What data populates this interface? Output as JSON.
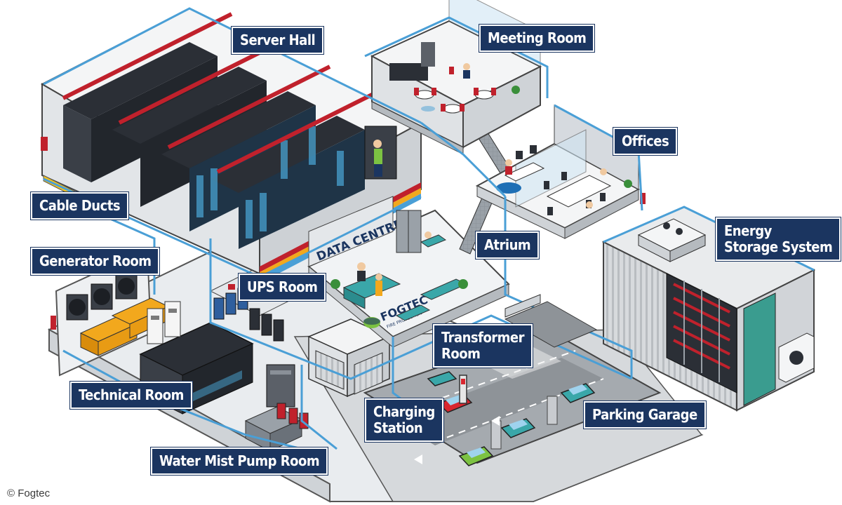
{
  "labels": {
    "server_hall": "Server Hall",
    "meeting_room": "Meeting Room",
    "offices": "Offices",
    "cable_ducts": "Cable Ducts",
    "energy_storage": "Energy\nStorage System",
    "generator_room": "Generator Room",
    "atrium": "Atrium",
    "ups_room": "UPS Room",
    "transformer_room": "Transformer\nRoom",
    "technical_room": "Technical Room",
    "charging_station": "Charging\nStation",
    "parking_garage": "Parking Garage",
    "water_mist_pump_room": "Water Mist Pump Room"
  },
  "signs": {
    "data_centre": "DATA CENTRE",
    "brand": "FOGTEC",
    "brand_sub": "FIRE PROTECTION"
  },
  "copyright": "© Fogtec",
  "colors": {
    "label_bg": "#1b3560",
    "pipe": "#4a9fd6",
    "rack": "#2b2f36",
    "rack_light": "#4aa8d8",
    "accent_red": "#c0212c",
    "generator": "#f2a81d",
    "car_green": "#7cc242",
    "car_teal": "#3aa7a9",
    "car_red": "#d8262f"
  }
}
